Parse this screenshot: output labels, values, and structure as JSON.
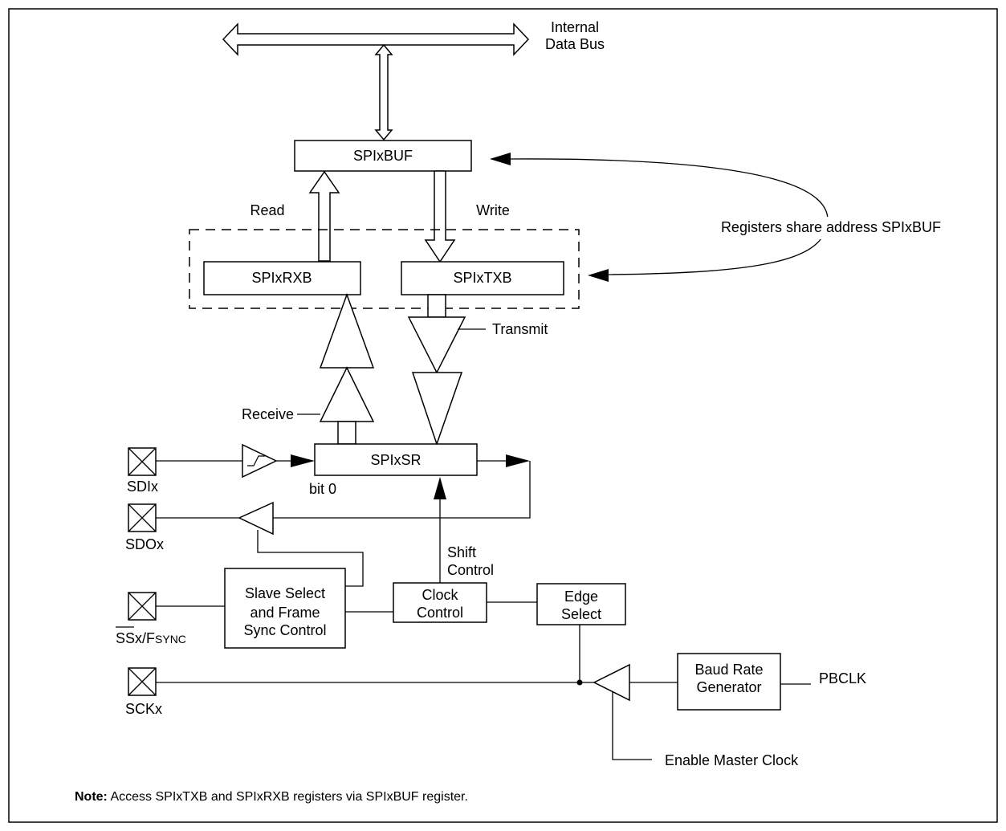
{
  "bus_label_line1": "Internal",
  "bus_label_line2": "Data Bus",
  "buf_label": "SPIxBUF",
  "read_label": "Read",
  "write_label": "Write",
  "shared_note": "Registers share address SPIxBUF",
  "rxb_label": "SPIxRXB",
  "txb_label": "SPIxTXB",
  "transmit_label": "Transmit",
  "receive_label": "Receive",
  "sr_label": "SPIxSR",
  "bit0_label": "bit 0",
  "sdi_label": "SDIx",
  "sdo_label": "SDOx",
  "ss_label": "SSx/",
  "fsync_f": "F",
  "fsync_rest": "SYNC",
  "sck_label": "SCKx",
  "shift_line1": "Shift",
  "shift_line2": "Control",
  "slave_line1": "Slave Select",
  "slave_line2": "and Frame",
  "slave_line3": "Sync Control",
  "clock_line1": "Clock",
  "clock_line2": "Control",
  "edge_line1": "Edge",
  "edge_line2": "Select",
  "baud_line1": "Baud Rate",
  "baud_line2": "Generator",
  "pbclk_label": "PBCLK",
  "enable_label": "Enable Master Clock",
  "note_bold": "Note:",
  "note_text": " Access SPIxTXB and SPIxRXB registers via SPIxBUF register."
}
